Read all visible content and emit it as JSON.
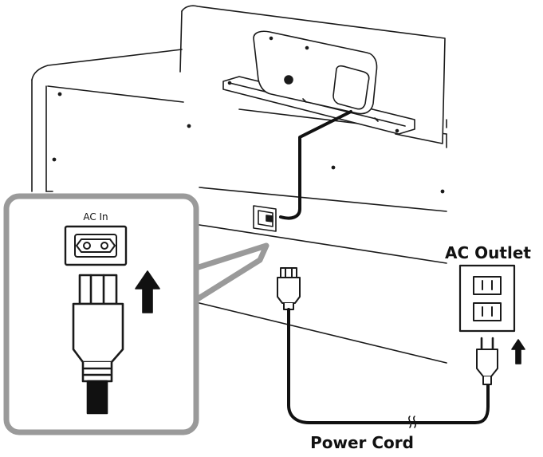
{
  "labels": {
    "ac_in": "AC In",
    "ac_outlet": "AC Outlet",
    "power_cord": "Power Cord"
  },
  "colors": {
    "line": "#1a1a1a",
    "callout_fill": "#ffffff",
    "callout_border": "#9a9a9a",
    "cord": "#111111"
  },
  "icons": [
    "power-inlet-icon",
    "up-arrow-icon",
    "wall-outlet-icon",
    "power-plug-icon",
    "connector-plug-icon"
  ]
}
